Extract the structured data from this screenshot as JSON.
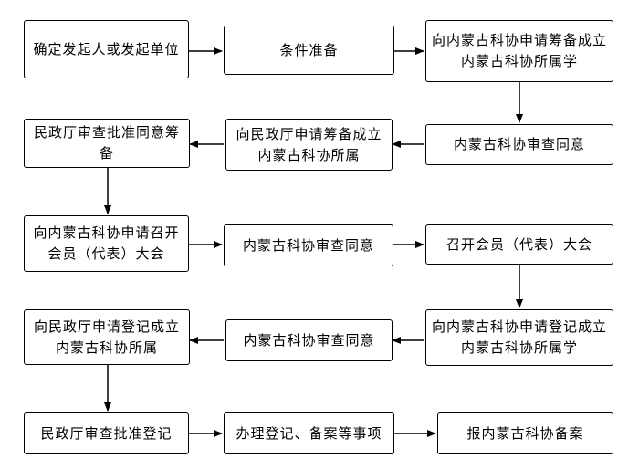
{
  "steps": {
    "s1": "确定发起人或发起单位",
    "s2": "条件准备",
    "s3": "向内蒙古科协申请筹备成立内蒙古科协所属学",
    "s4": "内蒙古科协审查同意",
    "s5": "向民政厅申请筹备成立内蒙古科协所属",
    "s6": "民政厅审查批准同意筹备",
    "s7": "向内蒙古科协申请召开会员（代表）大会",
    "s8": "内蒙古科协审查同意",
    "s9": "召开会员（代表）大会",
    "s10": "向内蒙古科协申请登记成立内蒙古科协所属学",
    "s11": "内蒙古科协审查同意",
    "s12": "向民政厅申请登记成立内蒙古科协所属",
    "s13": "民政厅审查批准登记",
    "s14": "办理登记、备案等事项",
    "s15": "报内蒙古科协备案"
  }
}
